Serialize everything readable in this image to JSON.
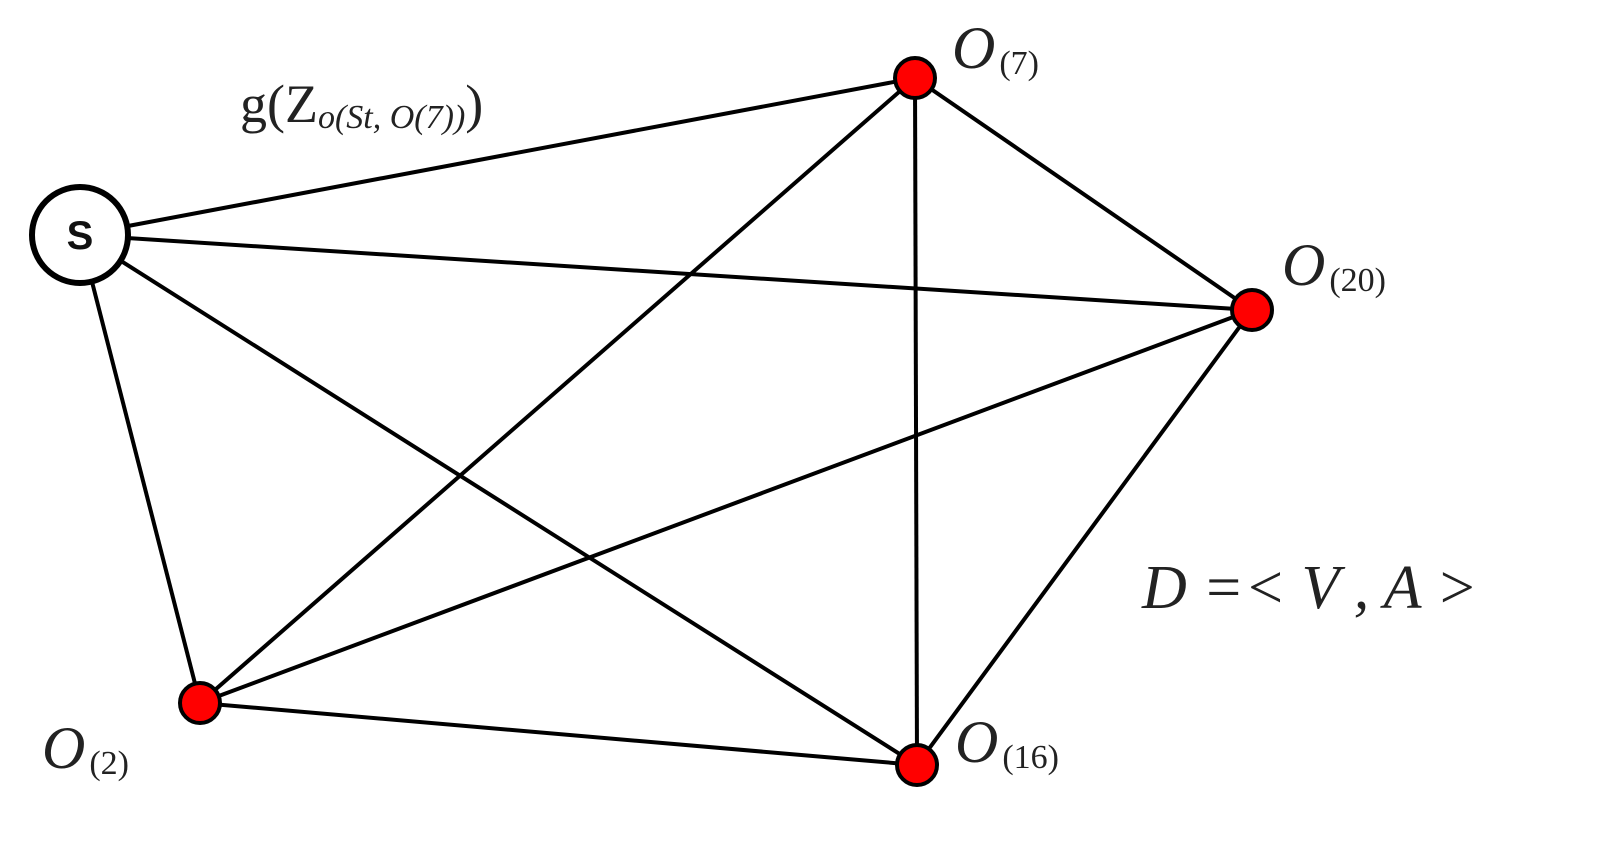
{
  "diagram": {
    "colors": {
      "edge": "#000000",
      "target_fill": "#ff0000",
      "source_fill": "#ffffff",
      "outline": "#000000"
    },
    "nodes": [
      {
        "id": "S",
        "role": "source",
        "label": "S"
      },
      {
        "id": "O7",
        "role": "target",
        "label": "O",
        "sub": "(7)"
      },
      {
        "id": "O20",
        "role": "target",
        "label": "O",
        "sub": "(20)"
      },
      {
        "id": "O2",
        "role": "target",
        "label": "O",
        "sub": "(2)"
      },
      {
        "id": "O16",
        "role": "target",
        "label": "O",
        "sub": "(16)"
      }
    ],
    "edges": [
      [
        "S",
        "O7"
      ],
      [
        "S",
        "O20"
      ],
      [
        "S",
        "O2"
      ],
      [
        "S",
        "O16"
      ],
      [
        "O7",
        "O20"
      ],
      [
        "O7",
        "O2"
      ],
      [
        "O7",
        "O16"
      ],
      [
        "O20",
        "O2"
      ],
      [
        "O20",
        "O16"
      ],
      [
        "O2",
        "O16"
      ]
    ],
    "edge_label": {
      "g": "g",
      "open": "(",
      "z": "Z",
      "sub": "o(St, O(7))",
      "close": ")"
    },
    "graph_formula": "D =< V , A >"
  }
}
